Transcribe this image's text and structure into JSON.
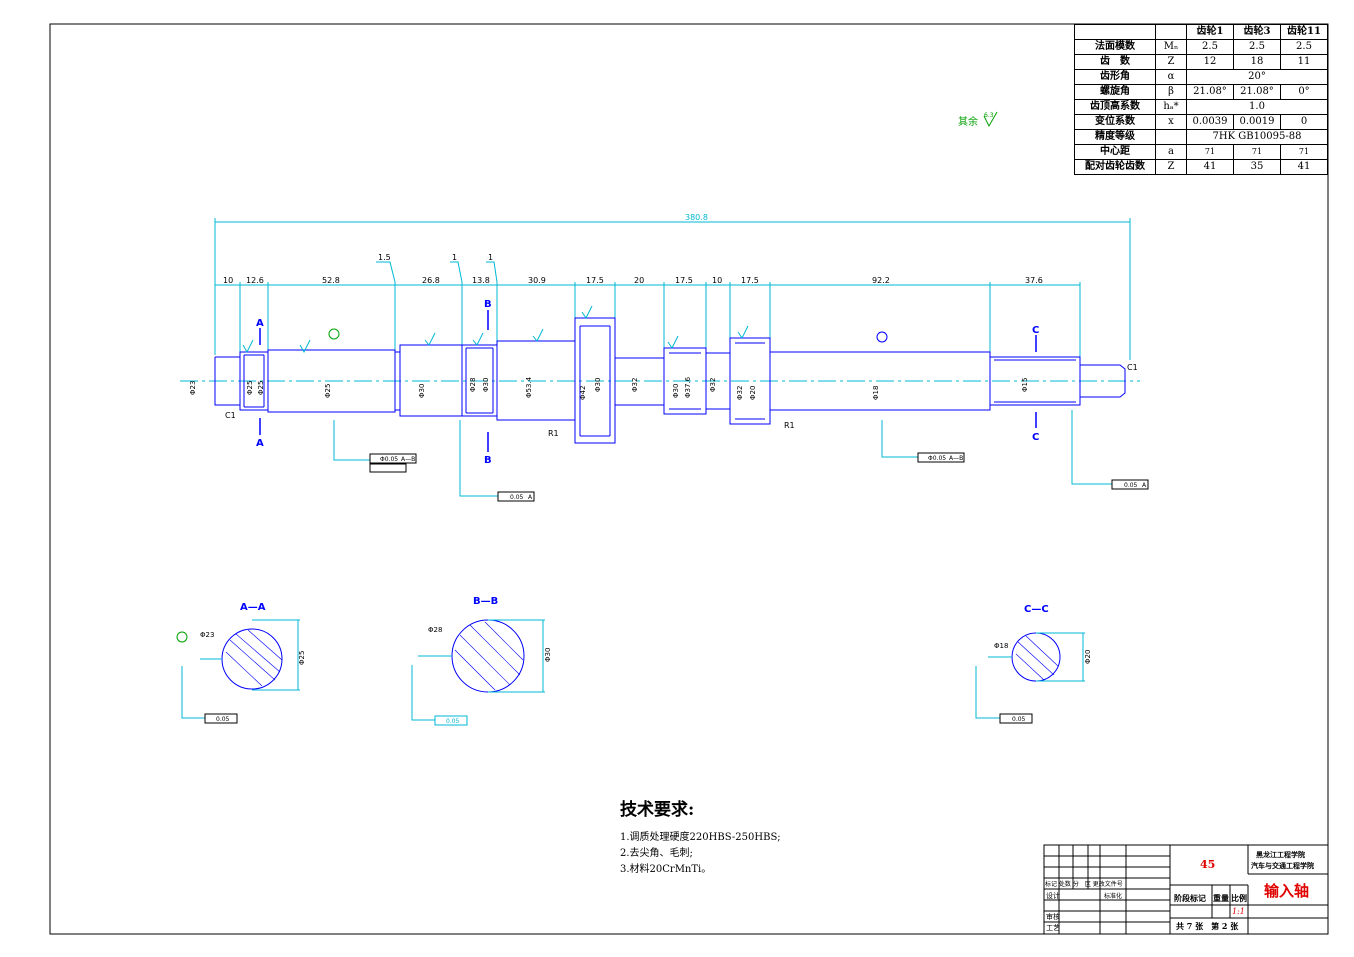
{
  "gear_table": {
    "headers": [
      "",
      "",
      "齿轮1",
      "齿轮3",
      "齿轮11"
    ],
    "rows": [
      {
        "label": "法面模数",
        "symbol": "Mₙ",
        "values": [
          "2.5",
          "2.5",
          "2.5"
        ]
      },
      {
        "label": "齿　数",
        "symbol": "Z",
        "values": [
          "12",
          "18",
          "11"
        ]
      },
      {
        "label": "齿形角",
        "symbol": "α",
        "span": "20°"
      },
      {
        "label": "螺旋角",
        "symbol": "β",
        "values": [
          "21.08°",
          "21.08°",
          "0°"
        ]
      },
      {
        "label": "齿顶高系数",
        "symbol": "hₐ*",
        "span": "1.0"
      },
      {
        "label": "变位系数",
        "symbol": "x",
        "values": [
          "0.0039",
          "0.0019",
          "0"
        ]
      },
      {
        "label": "精度等级",
        "symbol": "",
        "span": "7HK GB10095-88"
      },
      {
        "label": "中心距",
        "symbol": "a",
        "values": [
          "71",
          "71",
          "71"
        ]
      },
      {
        "label": "配对齿轮齿数",
        "symbol": "Z",
        "values": [
          "41",
          "35",
          "41"
        ]
      }
    ]
  },
  "roughness_note": "其余",
  "roughness_value": "6.3",
  "dimensions": {
    "overall": "380.8",
    "segments": [
      "10",
      "12.6",
      "52.8",
      "26.8",
      "13.8",
      "30.9",
      "17.5",
      "20",
      "17.5",
      "10",
      "17.5",
      "92.2",
      "37.6"
    ],
    "steps": [
      "1.5",
      "1",
      "1"
    ],
    "diameters": [
      "Φ23",
      "Φ25",
      "Φ25",
      "Φ25",
      "Φ30",
      "Φ28",
      "Φ30",
      "Φ53.4",
      "Φ42",
      "Φ30",
      "Φ32",
      "Φ30",
      "Φ37.6",
      "Φ32",
      "Φ32",
      "Φ20",
      "Φ18",
      "Φ15"
    ],
    "chamfer": "C1",
    "radius": "R1"
  },
  "sections": {
    "a": {
      "label": "A—A",
      "d1": "Φ23",
      "d2": "Φ25",
      "tol": "0.05"
    },
    "b": {
      "label": "B—B",
      "d1": "Φ28",
      "d2": "Φ30",
      "tol": "0.05"
    },
    "c": {
      "label": "C—C",
      "d1": "Φ18",
      "d2": "Φ20",
      "tol": "0.05"
    }
  },
  "cut_letters": [
    "A",
    "B",
    "C"
  ],
  "tolerances": {
    "coax1": "Φ0.05",
    "ref1": "A—B",
    "coax2": "Φ0.05",
    "ref2": "A—B",
    "par1": "0.05",
    "ref3": "A",
    "par2": "0.05",
    "ref4": "A"
  },
  "tech": {
    "title": "技术要求:",
    "lines": [
      "1.调质处理硬度220HBS-250HBS;",
      "2.去尖角、毛刺;",
      "3.材料20CrMnTi。"
    ]
  },
  "title_block": {
    "material": "45",
    "school1": "黑龙江工程学院",
    "school2": "汽车与交通工程学院",
    "part_name": "输入轴",
    "row_labels": "标记 处数 分　区 更改文件号",
    "design": "设计",
    "standard": "标准化",
    "review": "审核",
    "process": "工艺",
    "stage": "阶段标记",
    "weight": "重量",
    "scale": "比例",
    "scale_value": "1:1",
    "sheets": "共 7 张　第 2 张"
  },
  "colors": {
    "outline": "#0000ff",
    "dimension": "#00b8d4",
    "text": "#000000",
    "red": "#e00000"
  }
}
